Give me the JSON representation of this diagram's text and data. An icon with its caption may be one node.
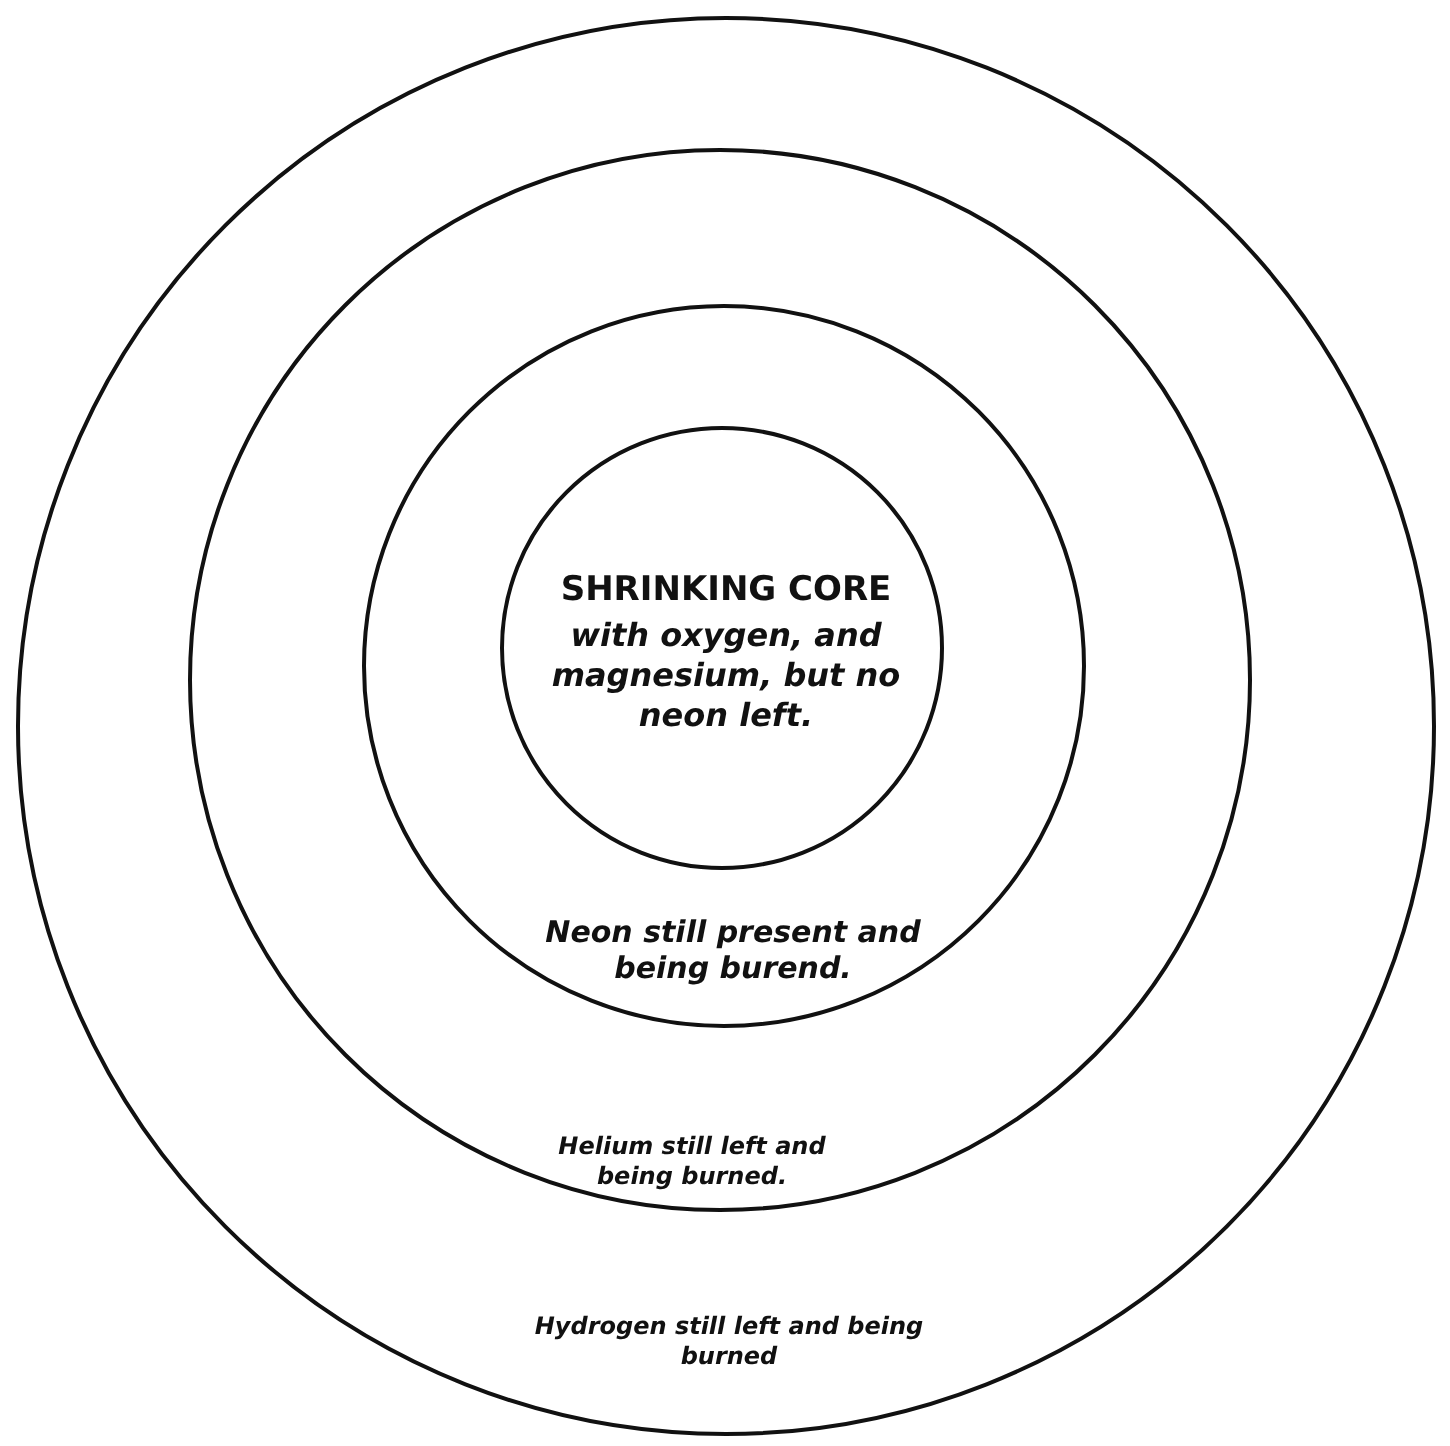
{
  "diagram": {
    "nodes": [
      {
        "text": [
          "Hydrogen still left and being burned"
        ]
      },
      {
        "text": [
          "Helium still left and being burned."
        ],
        "in": 0
      },
      {
        "text": [
          "Neon still present and being burend."
        ],
        "in": 1
      },
      {
        "text": [
          "SHRINKING CORE",
          "with oxygen, and magnesium, but no neon left."
        ],
        "in": 2
      }
    ]
  }
}
